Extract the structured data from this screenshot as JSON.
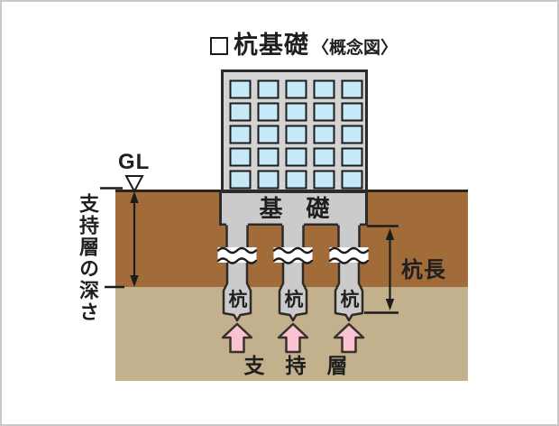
{
  "title": {
    "bullet": "square-outline",
    "main": "杭基礎",
    "sub": "〈概念図〉"
  },
  "labels": {
    "gl": "GL",
    "depth_vertical": "支持層の深さ",
    "foundation": "基　礎",
    "pile": "杭",
    "pile_length": "杭長",
    "support_layer": "支　持　層"
  },
  "building": {
    "window_rows": 5,
    "window_cols": 5
  },
  "colors": {
    "soil_upper_layer": "#a26c3a",
    "soil_support_layer": "#c2b18c",
    "concrete_grey": "#cbcbcb",
    "window_blue": "#c6e9f7",
    "bearing_arrow_pink": "#f9c3d2",
    "line_dark": "#2e2b26",
    "frame_border": "#c9c9c9"
  }
}
